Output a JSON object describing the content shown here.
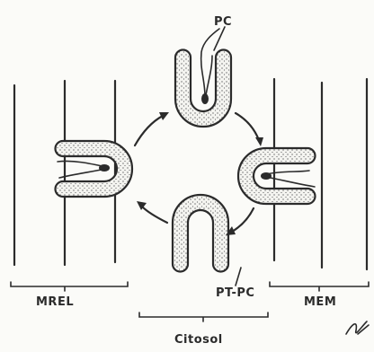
{
  "labels": {
    "pc": "PC",
    "mrel": "MREL",
    "pt_pc": "PT-PC",
    "mem": "MEM",
    "citosol": "Citosol"
  },
  "colors": {
    "ink": "#2b2b2b",
    "paper": "#fbfbf8",
    "stipple": "#6a6a6a"
  },
  "shapes": {
    "membrane_u": "stippled-u-shaped-membrane",
    "arrow": "curved-arrow"
  }
}
